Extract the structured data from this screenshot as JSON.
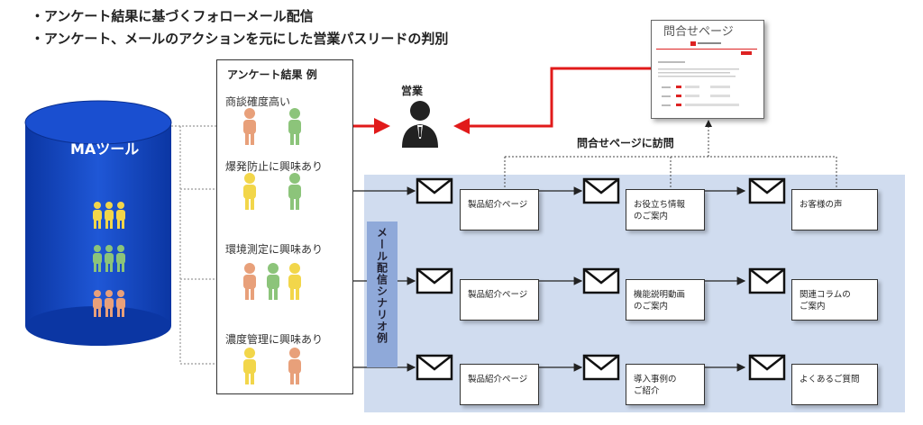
{
  "bullets": [
    "・アンケート結果に基づくフォローメール配信",
    "・アンケート、メールのアクションを元にした営業パスリードの判別"
  ],
  "ma_tool": {
    "label": "MAツール"
  },
  "survey": {
    "title": "アンケート結果 例",
    "categories": [
      {
        "label": "商談確度高い"
      },
      {
        "label": "爆発防止に興味あり"
      },
      {
        "label": "環境測定に興味あり"
      },
      {
        "label": "濃度管理に興味あり"
      }
    ]
  },
  "sales": {
    "label": "営業"
  },
  "inquiry": {
    "title": "問合せページ",
    "visit_label": "問合せページに訪問"
  },
  "scenario": {
    "label": "メール配信シナリオ例",
    "rows": [
      {
        "steps": [
          "製品紹介ページ",
          "お役立ち情報\nのご案内",
          "お客様の声"
        ]
      },
      {
        "steps": [
          "製品紹介ページ",
          "機能説明動画\nのご案内",
          "関連コラムの\nご案内"
        ]
      },
      {
        "steps": [
          "製品紹介ページ",
          "導入事例の\nご紹介",
          "よくあるご質問"
        ]
      }
    ]
  },
  "colors": {
    "orange": "#e8a07a",
    "green": "#8cc47a",
    "yellow": "#f2d64a",
    "cylinder": "#1447c4",
    "scenario_bg": "#d0dcef",
    "arrow_red": "#e11a1a"
  }
}
